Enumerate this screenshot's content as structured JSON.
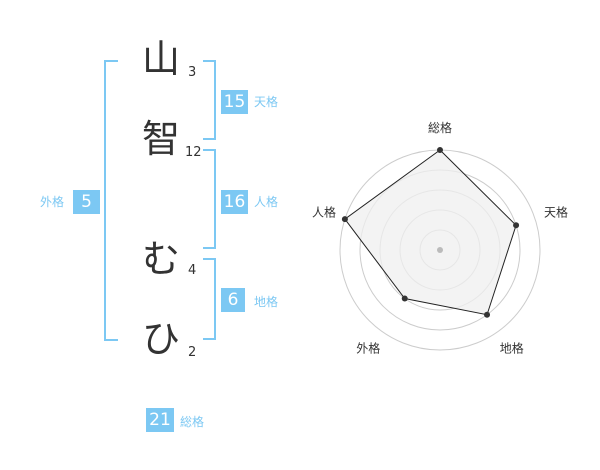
{
  "name": {
    "chars": [
      {
        "char": "山",
        "strokes": "3"
      },
      {
        "char": "智",
        "strokes": "12"
      },
      {
        "char": "む",
        "strokes": "4"
      },
      {
        "char": "ひ",
        "strokes": "2"
      }
    ]
  },
  "kakusu": {
    "tenkaku": {
      "value": "15",
      "label": "天格"
    },
    "jinkaku": {
      "value": "16",
      "label": "人格"
    },
    "chikaku": {
      "value": "6",
      "label": "地格"
    },
    "gaikaku": {
      "value": "5",
      "label": "外格"
    },
    "soukaku": {
      "value": "21",
      "label": "総格"
    }
  },
  "chart_data": {
    "type": "radar",
    "axes": [
      "総格",
      "天格",
      "地格",
      "外格",
      "人格"
    ],
    "values": [
      5,
      4,
      4,
      3,
      5
    ],
    "max": 5,
    "rings": 5,
    "colors": {
      "fill": "#efefef",
      "line": "#222222",
      "grid": "#cccccc",
      "point": "#333333",
      "center": "#bbbbbb"
    }
  },
  "colors": {
    "accent": "#7cc8f3",
    "text": "#333333"
  }
}
